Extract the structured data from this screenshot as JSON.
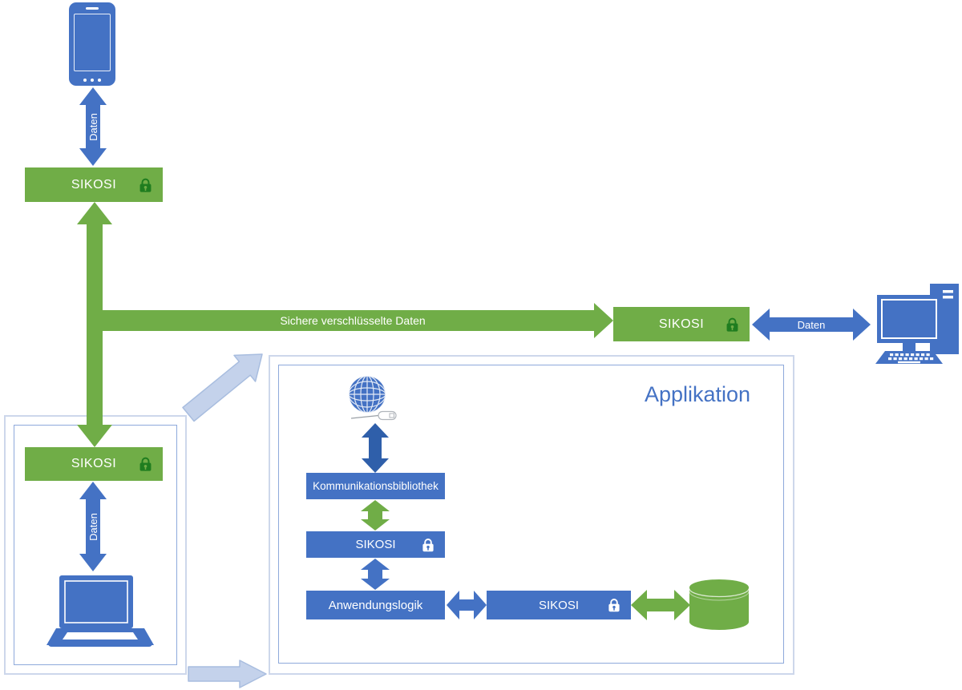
{
  "application": {
    "title": "Applikation"
  },
  "nodes": {
    "sikosi_top": {
      "label": "SIKOSI"
    },
    "sikosi_bottom": {
      "label": "SIKOSI"
    },
    "sikosi_right": {
      "label": "SIKOSI"
    },
    "kommunikationsbibliothek": {
      "label": "Kommunikationsbibliothek"
    },
    "sikosi_comm": {
      "label": "SIKOSI"
    },
    "anwendungslogik": {
      "label": "Anwendungslogik"
    },
    "sikosi_db": {
      "label": "SIKOSI"
    }
  },
  "edges": {
    "phone_daten": {
      "label": "Daten"
    },
    "laptop_daten": {
      "label": "Daten"
    },
    "desktop_daten": {
      "label": "Daten"
    },
    "secure_channel": {
      "label": "Sichere verschlüsselte Daten"
    }
  },
  "icons": {
    "smartphone": "smartphone-icon",
    "laptop": "laptop-icon",
    "desktop": "desktop-computer-icon",
    "globe": "globe-network-icon",
    "database": "database-icon",
    "lock": "lock-icon"
  },
  "colors": {
    "green": "#70ad47",
    "green_dark": "#1f7d1f",
    "blue": "#4472c4",
    "light_blue_fill": "#c4d2eb",
    "light_blue_stroke": "#a8bddf",
    "frame_outer": "#cdd7eb",
    "frame_inner": "#8ea9db",
    "title_blue": "#4472c4"
  }
}
